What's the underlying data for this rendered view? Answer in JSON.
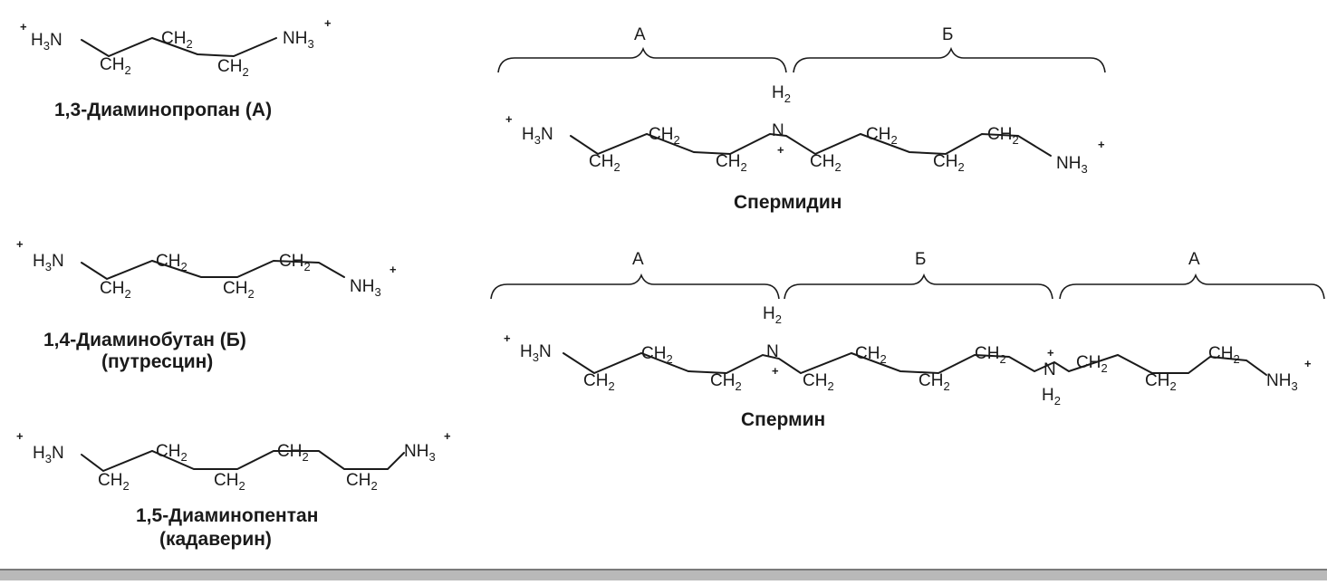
{
  "molecules": {
    "diaminopropane": {
      "name": "1,3-Диаминопропан (А)",
      "left_group": "H3N",
      "right_group": "NH3",
      "charge": "+",
      "chain": [
        "CH2",
        "CH2",
        "CH2"
      ]
    },
    "diaminobutane": {
      "name": "1,4-Диаминобутан (Б)",
      "alt_name": "(путресцин)",
      "left_group": "H3N",
      "right_group": "NH3",
      "charge": "+",
      "chain": [
        "CH2",
        "CH2",
        "CH2",
        "CH2"
      ]
    },
    "diaminopentane": {
      "name": "1,5-Диаминопентан",
      "alt_name": "(кадаверин)",
      "left_group": "H3N",
      "right_group": "NH3",
      "charge": "+",
      "chain": [
        "CH2",
        "CH2",
        "CH2",
        "CH2",
        "CH2"
      ]
    },
    "spermidine": {
      "name": "Спермидин",
      "segments": [
        "А",
        "Б"
      ],
      "left_group": "H3N",
      "right_group": "NH3",
      "charge": "+",
      "bridge_atom": "N",
      "bridge_hydrogens": "H2",
      "chain": [
        "CH2",
        "CH2",
        "CH2",
        "CH2",
        "CH2",
        "CH2",
        "CH2"
      ]
    },
    "spermine": {
      "name": "Спермин",
      "segments": [
        "А",
        "Б",
        "А"
      ],
      "left_group": "H3N",
      "right_group": "NH3",
      "charge": "+",
      "bridge_atom": "N",
      "bridge_hydrogens": "H2",
      "chain": [
        "CH2",
        "CH2",
        "CH2",
        "CH2",
        "CH2",
        "CH2",
        "CH2",
        "CH2",
        "CH2",
        "CH2"
      ]
    }
  }
}
